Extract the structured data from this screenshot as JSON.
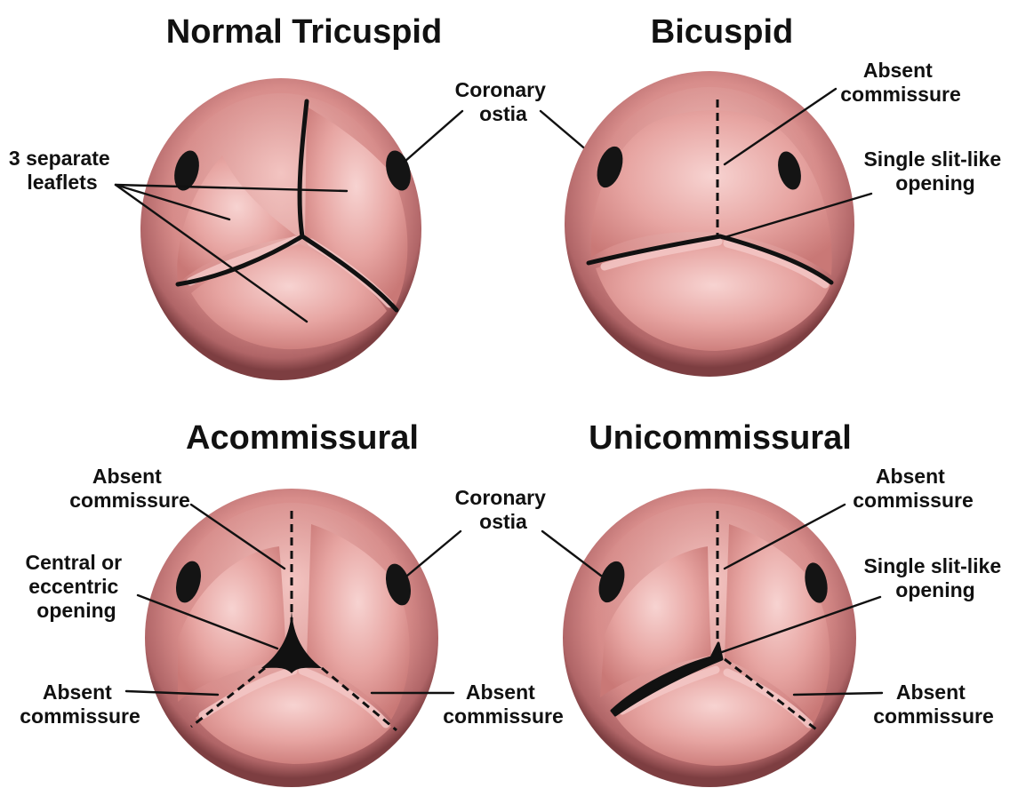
{
  "panels": [
    {
      "title": "Normal Tricuspid",
      "labels": {
        "leaflets": [
          "3 separate",
          "leaflets"
        ],
        "ostia": [
          "Coronary",
          "ostia"
        ]
      }
    },
    {
      "title": "Bicuspid",
      "labels": {
        "absent": [
          "Absent",
          "commissure"
        ],
        "opening": [
          "Single slit-like",
          "opening"
        ]
      }
    },
    {
      "title": "Acommissural",
      "labels": {
        "absent_top": [
          "Absent",
          "commissure"
        ],
        "opening": [
          "Central or",
          "eccentric",
          "opening"
        ],
        "absent_left": [
          "Absent",
          "commissure"
        ],
        "absent_right": [
          "Absent",
          "commissure"
        ]
      }
    },
    {
      "title": "Unicommissural",
      "labels": {
        "ostia": [
          "Coronary",
          "ostia"
        ],
        "absent_top": [
          "Absent",
          "commissure"
        ],
        "opening": [
          "Single slit-like",
          "opening"
        ],
        "absent_right": [
          "Absent",
          "commissure"
        ]
      }
    }
  ],
  "colors": {
    "valve_rim_light": "#e8b2ae",
    "valve_rim_dark": "#8e4a4c",
    "leaflet_fill": "#e39b98",
    "leaflet_highlight": "#f6cfcd",
    "ink": "#111111"
  }
}
